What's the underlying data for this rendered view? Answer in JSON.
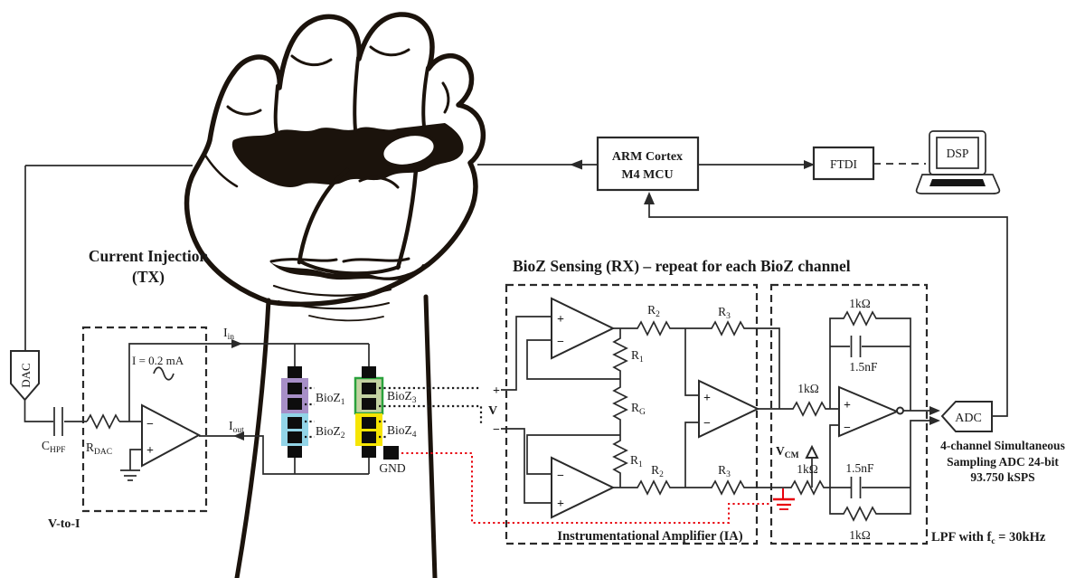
{
  "signs": {
    "plus": "+",
    "minus": "−"
  },
  "tx": {
    "title_line1": "Current Injection",
    "title_line2": "(TX)",
    "dac": "DAC",
    "current_label": "I = 0.2 mA",
    "c_hpf": {
      "base": "C",
      "sub": "HPF"
    },
    "r_dac": {
      "base": "R",
      "sub": "DAC"
    },
    "i_in": {
      "base": "I",
      "sub": "in"
    },
    "i_out": {
      "base": "I",
      "sub": "out"
    },
    "v_to_i": "V-to-I"
  },
  "electrodes": {
    "bioz1": {
      "base": "BioZ",
      "sub": "1"
    },
    "bioz2": {
      "base": "BioZ",
      "sub": "2"
    },
    "bioz3": {
      "base": "BioZ",
      "sub": "3"
    },
    "bioz4": {
      "base": "BioZ",
      "sub": "4"
    },
    "gnd": "GND",
    "colors": {
      "bioz1": "#a78fc7",
      "bioz2": "#92d4e7",
      "bioz3_fill": "#c3d2a2",
      "bioz3_border": "#2aa13c",
      "bioz4": "#f6e504",
      "pad": "#0d0d0d"
    }
  },
  "rx": {
    "title": "BioZ Sensing (RX) – repeat for each BioZ channel",
    "ia_label": "Instrumentational Amplifier (IA)",
    "input_v": "V",
    "r1": {
      "base": "R",
      "sub": "1"
    },
    "r2": {
      "base": "R",
      "sub": "2"
    },
    "r3": {
      "base": "R",
      "sub": "3"
    },
    "rg": {
      "base": "R",
      "sub": "G"
    },
    "v_cm": {
      "base": "V",
      "sub": "CM"
    }
  },
  "lpf": {
    "r_1k": "1kΩ",
    "c_15n": "1.5nF",
    "label": {
      "pre": "LPF with f",
      "sub": "c",
      "post": " = 30kHz"
    }
  },
  "adc": {
    "label": "ADC",
    "desc_line1": "4-channel Simultaneous",
    "desc_line2": "Sampling ADC 24-bit",
    "desc_line3": "93.750 kSPS"
  },
  "mcu": {
    "line1": "ARM Cortex",
    "line2": "M4 MCU"
  },
  "ftdi": {
    "label": "FTDI"
  },
  "dsp": {
    "label": "DSP"
  },
  "wire_colors": {
    "line": "#2a2a2a",
    "red_ground": "#e8000d"
  }
}
